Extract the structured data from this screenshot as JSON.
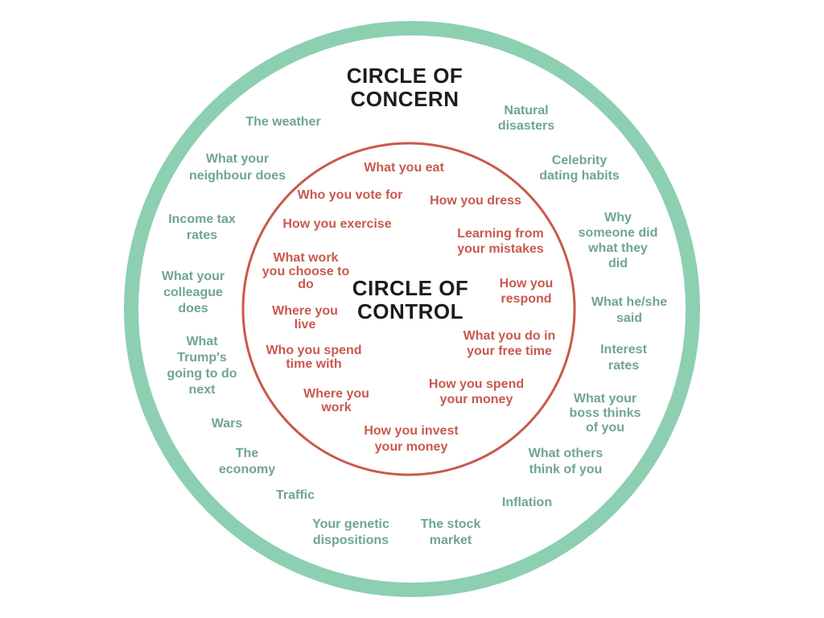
{
  "colors": {
    "outer_ring": "#8dcfb1",
    "inner_ring": "#c8594d",
    "concern_text": "#6fa593",
    "control_text": "#c8594d",
    "title": "#1c1c1c"
  },
  "concern": {
    "title": "CIRCLE OF\nCONCERN",
    "items": [
      "The weather",
      "Natural\ndisasters",
      "What your\nneighbour does",
      "Celebrity\ndating habits",
      "Income tax\nrates",
      "Why\nsomeone did\nwhat they\ndid",
      "What your\ncolleague\ndoes",
      "What he/she\nsaid",
      "What\nTrump's\ngoing to do\nnext",
      "Interest\nrates",
      "Wars",
      "What your\nboss thinks\nof you",
      "The\neconomy",
      "What others\nthink of you",
      "Traffic",
      "Inflation",
      "Your genetic\ndispositions",
      "The stock\nmarket"
    ]
  },
  "control": {
    "title": "CIRCLE OF\nCONTROL",
    "items": [
      "What you eat",
      "Who you vote for",
      "How you dress",
      "How you exercise",
      "Learning from\nyour mistakes",
      "What work\nyou choose to\ndo",
      "How you\nrespond",
      "Where you\nlive",
      "What you do in\nyour free time",
      "Who you spend\ntime with",
      "How you spend\nyour money",
      "Where you\nwork",
      "How you invest\nyour money"
    ]
  }
}
